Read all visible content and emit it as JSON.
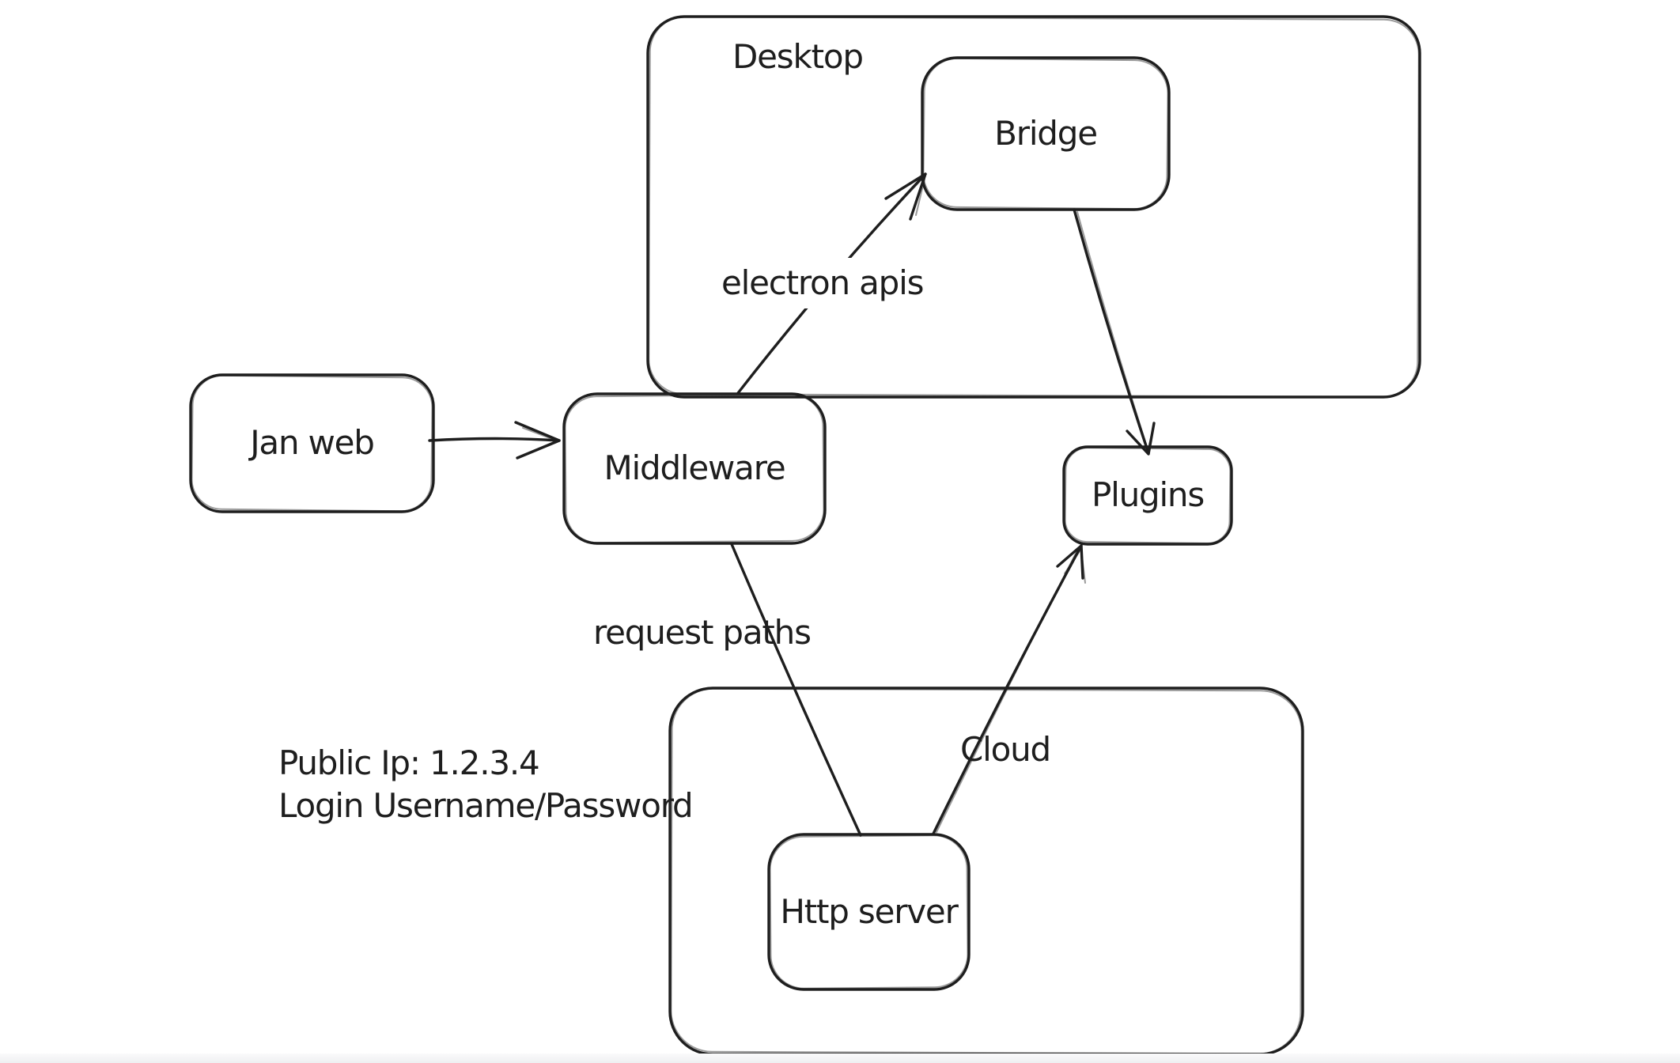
{
  "canvas": {
    "background": "#ffffff",
    "stroke_color": "#1e1e1e",
    "bottom_edge_color": "#eff0f2"
  },
  "containers": [
    {
      "id": "desktop",
      "label": "Desktop"
    },
    {
      "id": "cloud",
      "label": "Cloud"
    }
  ],
  "nodes": [
    {
      "id": "jan-web",
      "label": "Jan web"
    },
    {
      "id": "middleware",
      "label": "Middleware"
    },
    {
      "id": "bridge",
      "label": "Bridge"
    },
    {
      "id": "plugins",
      "label": "Plugins"
    },
    {
      "id": "http-server",
      "label": "Http server"
    }
  ],
  "connectors": [
    {
      "id": "jan-web-to-middleware",
      "from": "Jan web",
      "to": "Middleware",
      "label": ""
    },
    {
      "id": "middleware-to-bridge",
      "from": "Middleware",
      "to": "Bridge",
      "label": "electron apis"
    },
    {
      "id": "bridge-to-plugins",
      "from": "Bridge",
      "to": "Plugins",
      "label": ""
    },
    {
      "id": "middleware-to-http-server",
      "from": "Middleware",
      "to": "Http server",
      "label": "request paths"
    },
    {
      "id": "http-server-to-plugins",
      "from": "Http server",
      "to": "Plugins",
      "label": ""
    }
  ],
  "annotations": {
    "line1": "Public Ip: 1.2.3.4",
    "line2": "Login Username/Password"
  }
}
